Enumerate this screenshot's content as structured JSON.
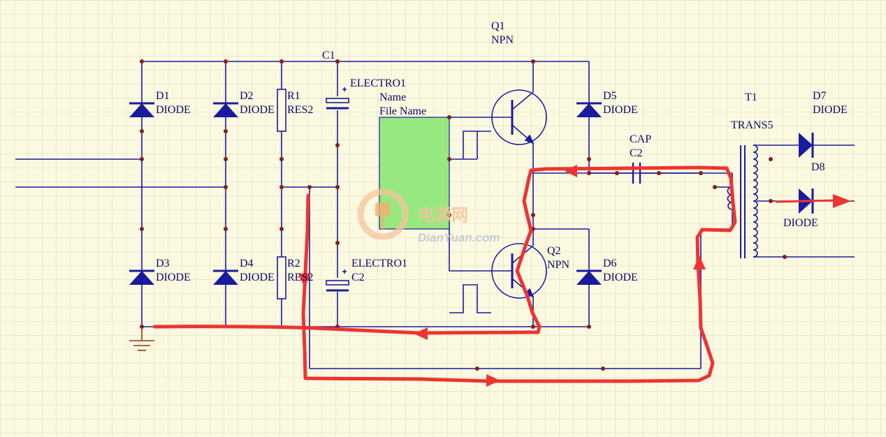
{
  "labels": {
    "q1_name": "Q1",
    "q1_type": "NPN",
    "c1_name": "C1",
    "electro1_top": "ELECTRO1",
    "module_name": "Name",
    "module_file": "File Name",
    "d1_name": "D1",
    "d1_type": "DIODE",
    "d2_name": "D2",
    "d2_type": "DIODE",
    "r1_name": "R1",
    "r1_type": "RES2",
    "d5_name": "D5",
    "d5_type": "DIODE",
    "t1_name": "T1",
    "t1_type": "TRANS5",
    "d7_name": "D7",
    "d7_type": "DIODE",
    "cap_type": "CAP",
    "c2_cap_name": "C2",
    "d8_name": "D8",
    "diode_right": "DIODE",
    "d3_name": "D3",
    "d3_type": "DIODE",
    "d4_name": "D4",
    "d4_type": "DIODE",
    "r2_name": "R2",
    "r2_type": "RES2",
    "electro1_bottom": "ELECTRO1",
    "c2_electro_name": "C2",
    "q2_name": "Q2",
    "q2_type": "NPN",
    "d6_name": "D6",
    "d6_type": "DIODE"
  },
  "watermark": {
    "brand": "电源网",
    "site": "DianYuan.com"
  },
  "colors": {
    "background": "#fbf9df",
    "grid": "#d8d6c2",
    "wire": "#1a1aa0",
    "junction": "#8b1a1a",
    "module_fill": "#98e880",
    "annotation": "#ee3333",
    "ground": "#8b3a1a"
  }
}
